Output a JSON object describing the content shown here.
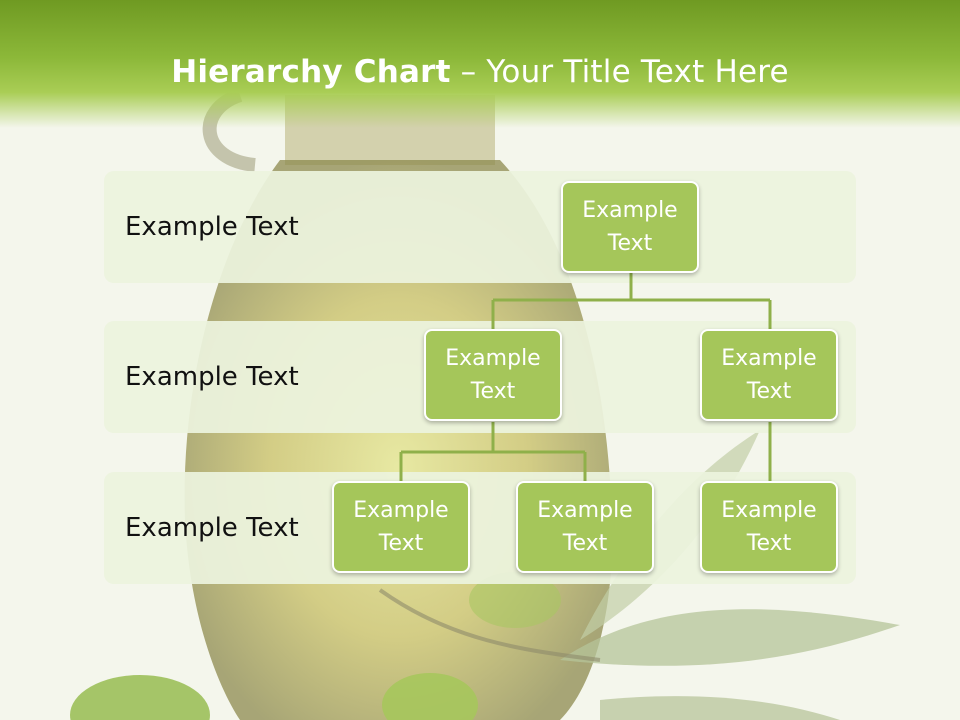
{
  "title": {
    "bold": "Hierarchy Chart",
    "rest": " – Your Title Text Here"
  },
  "levels": [
    {
      "label": "Example Text"
    },
    {
      "label": "Example Text"
    },
    {
      "label": "Example Text"
    }
  ],
  "nodes": {
    "root": {
      "line1": "Example",
      "line2": "Text"
    },
    "mid_left": {
      "line1": "Example",
      "line2": "Text"
    },
    "mid_right": {
      "line1": "Example",
      "line2": "Text"
    },
    "leaf_1": {
      "line1": "Example",
      "line2": "Text"
    },
    "leaf_2": {
      "line1": "Example",
      "line2": "Text"
    },
    "leaf_3": {
      "line1": "Example",
      "line2": "Text"
    }
  },
  "colors": {
    "node": "#a5c65a",
    "connector": "#8fb04a",
    "header": "#7ea82e"
  }
}
